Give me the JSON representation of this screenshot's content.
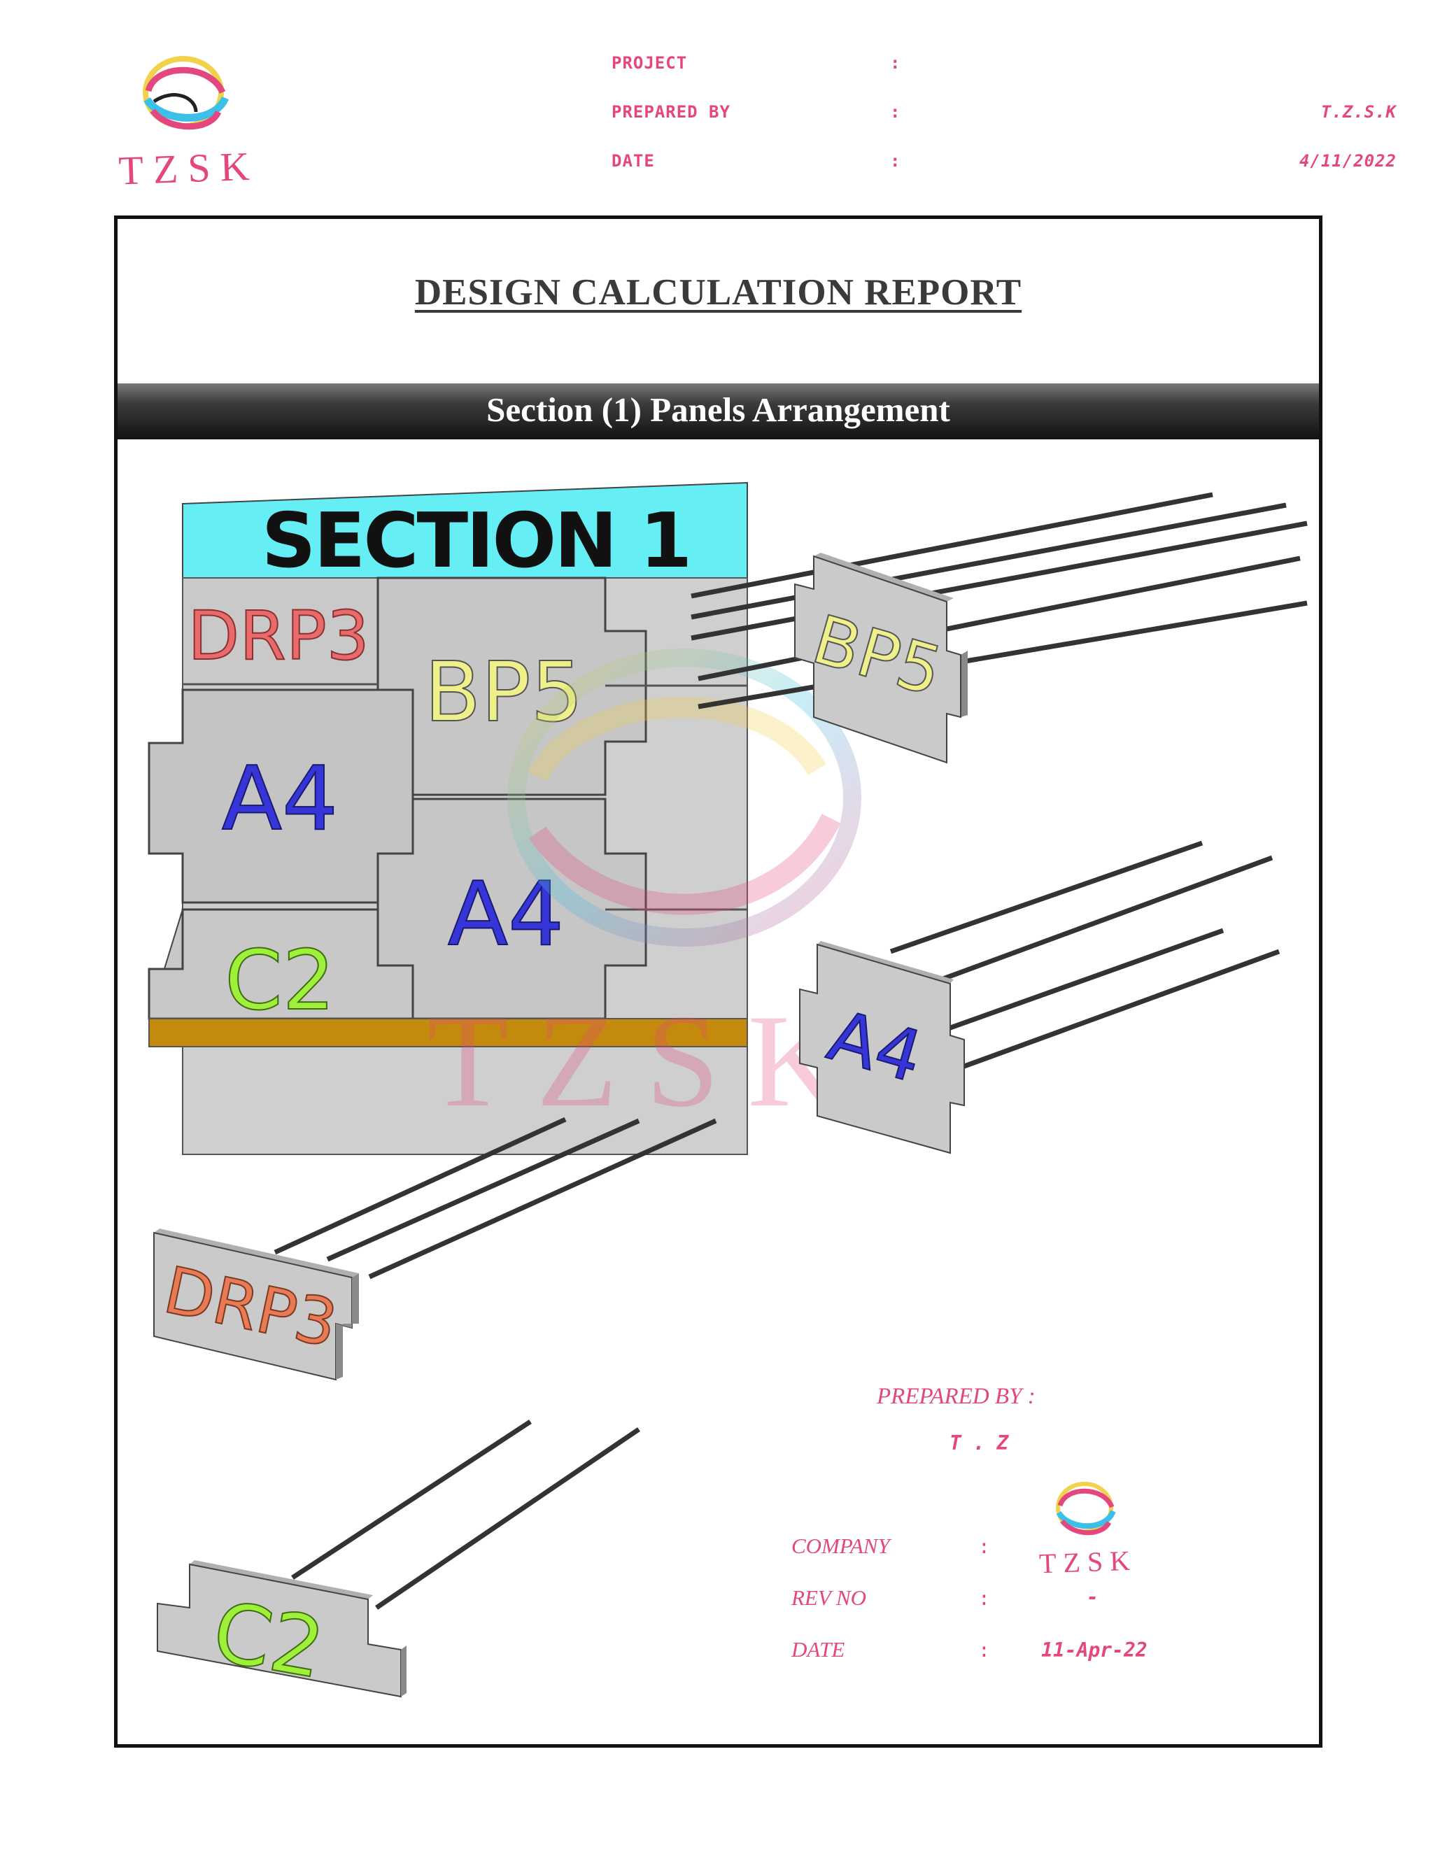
{
  "header": {
    "logo_text": "TZSK",
    "rows": [
      {
        "label": "PROJECT",
        "colon": ":",
        "value": ""
      },
      {
        "label": "PREPARED BY",
        "colon": ":",
        "value": "T.Z.S.K"
      },
      {
        "label": "DATE",
        "colon": ":",
        "value": "4/11/2022"
      }
    ]
  },
  "report_title": "DESIGN CALCULATION REPORT",
  "section_title": "Section (1) Panels Arrangement",
  "drawing": {
    "section_label": "SECTION 1",
    "panels": {
      "drp3": "DRP3",
      "bp5": "BP5",
      "a4_left": "A4",
      "a4_right": "A4",
      "c2": "C2"
    },
    "isometric": {
      "bp5": "BP5",
      "a4": "A4",
      "drp3": "DRP3",
      "c2": "C2"
    },
    "watermark": "TZSK"
  },
  "footer": {
    "prepared_by_label": "PREPARED BY :",
    "prepared_by_value": "T . Z",
    "company_label": "COMPANY",
    "company_colon": ":",
    "company_logo_text": "TZSK",
    "rev_label": "REV NO",
    "rev_colon": ":",
    "rev_value": "-",
    "date_label": "DATE",
    "date_colon": ":",
    "date_value": "11-Apr-22"
  },
  "colors": {
    "accent_pink": "#e4477f",
    "section_cyan": "#66eef5",
    "base_orange": "#c48a0e",
    "panel_grey": "#c8c8c8",
    "drp3": "#e86a6a",
    "bp5": "#f0f08a",
    "a4": "#3636d8",
    "c2": "#9ef03a"
  }
}
